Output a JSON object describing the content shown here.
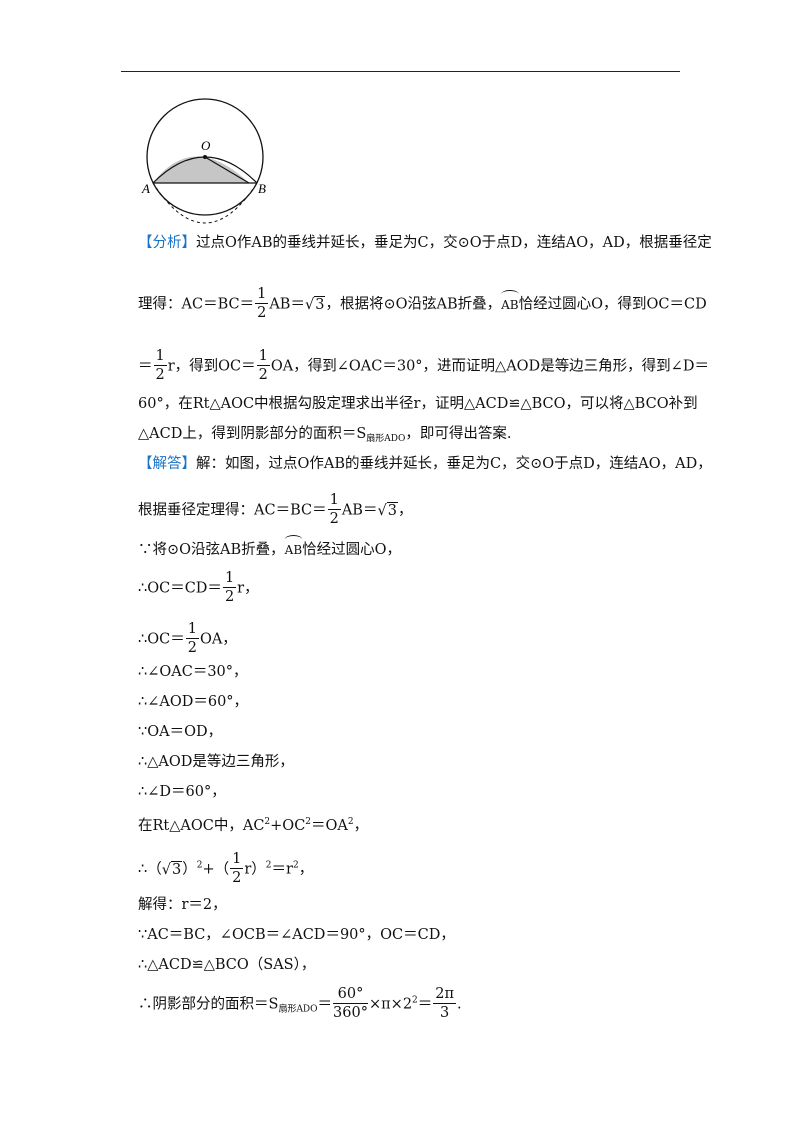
{
  "figure_labels": {
    "o": "O",
    "a": "A",
    "b": "B"
  },
  "analysis": {
    "tag": "【分析】",
    "l1": "过点O作AB的垂线并延长，垂足为C，交⊙O于点D，连结AO，AD，根据垂径定",
    "l2a": "理得：AC＝BC＝",
    "l2b": "AB＝",
    "l2c": "3",
    "l2d": "，根据将⊙O沿弦AB折叠，",
    "l2e": "AB",
    "l2f": "恰经过圆心O，得到OC＝CD",
    "l3a": "＝",
    "l3b": "r，得到OC＝",
    "l3c": "OA，得到∠OAC＝30°，进而证明△AOD是等边三角形，得到∠D＝",
    "l4": "60°，在Rt△AOC中根据勾股定理求出半径r，证明△ACD≌△BCO，可以将△BCO补到",
    "l5a": "△ACD上，得到阴影部分的面积＝S",
    "l5b": "扇形ADO",
    "l5c": "，即可得出答案."
  },
  "solution": {
    "tag": "【解答】",
    "l1": "解：如图，过点O作AB的垂线并延长，垂足为C，交⊙O于点D，连结AO，AD，",
    "l2a": "根据垂径定理得：AC＝BC＝",
    "l2b": "AB＝",
    "l2c": "3",
    "l2d": "，",
    "l3a": "∵将⊙O沿弦AB折叠，",
    "l3b": "AB",
    "l3c": "恰经过圆心O，",
    "l4a": "∴OC＝CD＝",
    "l4b": "r，",
    "l5a": "∴OC＝",
    "l5b": "OA，",
    "l6": "∴∠OAC＝30°，",
    "l7": "∴∠AOD＝60°，",
    "l8": "∵OA＝OD，",
    "l9": "∴△AOD是等边三角形，",
    "l10": "∴∠D＝60°，",
    "l11a": "在Rt△AOC中，AC",
    "l11b": "+OC",
    "l11c": "＝OA",
    "l11d": "，",
    "l12a": "∴（",
    "l12b": "3",
    "l12c": "）",
    "l12d": "+（",
    "l12e": "r）",
    "l12f": "＝r",
    "l12g": "，",
    "l13": "解得：r＝2，",
    "l14": "∵AC＝BC，∠OCB＝∠ACD＝90°，OC＝CD，",
    "l15": "∴△ACD≌△BCO（SAS），",
    "l16a": "∴阴影部分的面积＝S",
    "l16b": "扇形ADO",
    "l16c": "＝",
    "l16d": "×π×2",
    "l16e": "＝",
    "l16f": "."
  },
  "math": {
    "one": "1",
    "two": "2",
    "radical": "√",
    "sq": "2",
    "deg_num": "60°",
    "deg_den": "360°",
    "pi_num": "2π",
    "pi_den": "3"
  }
}
